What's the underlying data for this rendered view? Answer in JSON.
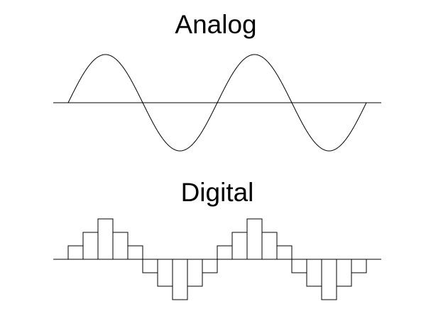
{
  "analog": {
    "title": "Analog",
    "cycles": 2,
    "stroke_color": "#000000"
  },
  "digital": {
    "title": "Digital",
    "step_levels": [
      1,
      2,
      3,
      2,
      1,
      -1,
      -2,
      -3,
      -2,
      -1,
      1,
      2,
      3,
      2,
      1,
      -1,
      -2,
      -3,
      -2,
      -1
    ],
    "stroke_color": "#000000"
  },
  "colors": {
    "background": "#ffffff",
    "ink": "#000000"
  }
}
